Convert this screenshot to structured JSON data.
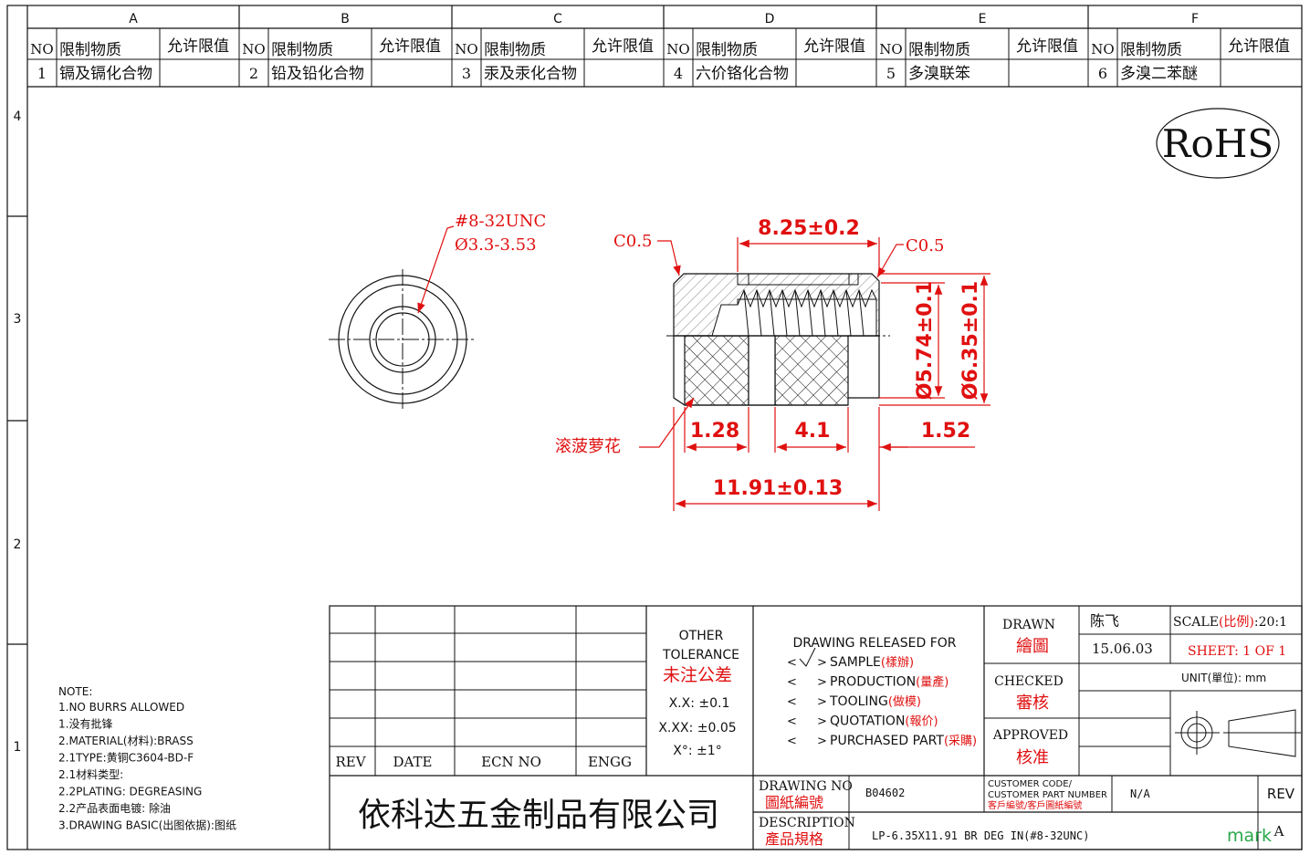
{
  "zones": {
    "columns": [
      "A",
      "B",
      "C",
      "D",
      "E",
      "F"
    ],
    "rows": [
      "4",
      "3",
      "2",
      "1"
    ]
  },
  "restricted": {
    "headers": {
      "no": "NO",
      "substance": "限制物质",
      "limit": "允许限值"
    },
    "items": [
      {
        "no": "1",
        "substance": "镉及镉化合物",
        "limit": ""
      },
      {
        "no": "2",
        "substance": "铅及铅化合物",
        "limit": ""
      },
      {
        "no": "3",
        "substance": "汞及汞化合物",
        "limit": ""
      },
      {
        "no": "4",
        "substance": "六价铬化合物",
        "limit": ""
      },
      {
        "no": "5",
        "substance": "多溴联笨",
        "limit": ""
      },
      {
        "no": "6",
        "substance": "多溴二苯醚",
        "limit": ""
      }
    ]
  },
  "rohs": "RoHS",
  "drawing": {
    "thread_spec": "#8-32UNC",
    "thread_dia": "Ø3.3-3.53",
    "chamfer_left": "C0.5",
    "chamfer_right": "C0.5",
    "dim_top": "8.25±0.2",
    "dim_inner_dia": "Ø5.74±0.1",
    "dim_outer_dia": "Ø6.35±0.1",
    "dim_a": "1.28",
    "dim_b": "4.1",
    "dim_c": "1.52",
    "dim_total": "11.91±0.13",
    "knurl_label": "滚菠萝花"
  },
  "notes": {
    "title": "NOTE:",
    "lines": [
      "1.NO BURRS ALLOWED",
      "1.没有批锋",
      "2.MATERIAL(材料):BRASS",
      "2.1TYPE:黄铜C3604-BD-F",
      "2.1材料类型:",
      "2.2PLATING: DEGREASING",
      "2.2产品表面电镀: 除油",
      "3.DRAWING BASIC(出图依据):图纸"
    ]
  },
  "revision": {
    "rev": "REV",
    "date": "DATE",
    "ecn": "ECN NO",
    "engg": "ENGG"
  },
  "tolerance": {
    "title1": "OTHER",
    "title2": "TOLERANCE",
    "title_cn": "未注公差",
    "x1": "X.X: ±0.1",
    "x2": "X.XX: ±0.05",
    "ang": "X°: ±1°"
  },
  "release": {
    "title": "DRAWING RELEASED FOR",
    "options": [
      {
        "en": "SAMPLE",
        "cn": "(樣辦)",
        "checked": true
      },
      {
        "en": "PRODUCTION",
        "cn": "(量產)",
        "checked": false
      },
      {
        "en": "TOOLING",
        "cn": "(做模)",
        "checked": false
      },
      {
        "en": "QUOTATION",
        "cn": "(報价)",
        "checked": false
      },
      {
        "en": "PURCHASED PART",
        "cn": "(采購)",
        "checked": false
      }
    ]
  },
  "approvals": {
    "drawn_en": "DRAWN",
    "drawn_cn": "繪圖",
    "drawn_by": "陈飞",
    "drawn_date": "15.06.03",
    "checked_en": "CHECKED",
    "checked_cn": "審核",
    "approved_en": "APPROVED",
    "approved_cn": "核准"
  },
  "scale": {
    "label": "SCALE",
    "label_cn": "(比例)",
    "value": "20:1",
    "sheet": "SHEET:  1 OF 1",
    "unit": "UNIT(單位): mm"
  },
  "company": "依科达五金制品有限公司",
  "title_block": {
    "drawing_no_en": "DRAWING NO",
    "drawing_no_cn": "圖紙編號",
    "drawing_no": "B04602",
    "customer_en1": "CUSTOMER CODE/",
    "customer_en2": "CUSTOMER PART NUMBER",
    "customer_cn": "客戶編號/客戶圖紙編號",
    "customer_val": "N/A",
    "rev_label": "REV",
    "rev_val": "A",
    "description_en": "DESCRIPTION",
    "description_cn": "產品規格",
    "description": "LP-6.35X11.91 BR DEG IN(#8-32UNC)"
  },
  "watermark": "mark",
  "colors": {
    "red": "#e01010",
    "green": "#2aa84a"
  }
}
